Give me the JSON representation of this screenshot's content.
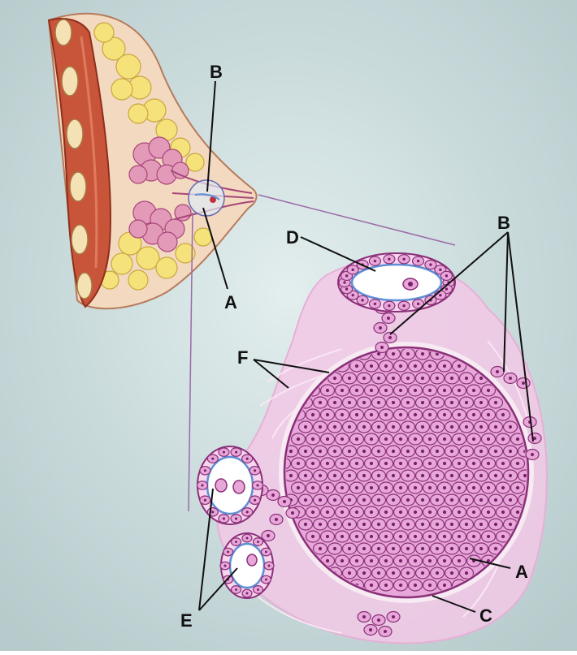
{
  "figure": {
    "colors": {
      "background": "#c9dadb",
      "skin": "#f3d9c0",
      "muscle": "#c8553a",
      "fat": "#f6e27a",
      "gland": "#e39ab9",
      "tissue": "#f2c8e6",
      "cell_fill": "#e7a7d8",
      "cell_stroke": "#8a2f78",
      "nucleus": "#7a1f6a",
      "lumen_rim": "#5d8fd6",
      "leader": "#111111",
      "zoom_line": "#9a6aa8"
    },
    "labels": {
      "breast_b": "B",
      "breast_a": "A",
      "d": "D",
      "b": "B",
      "f": "F",
      "a": "A",
      "c": "C",
      "e": "E"
    }
  }
}
